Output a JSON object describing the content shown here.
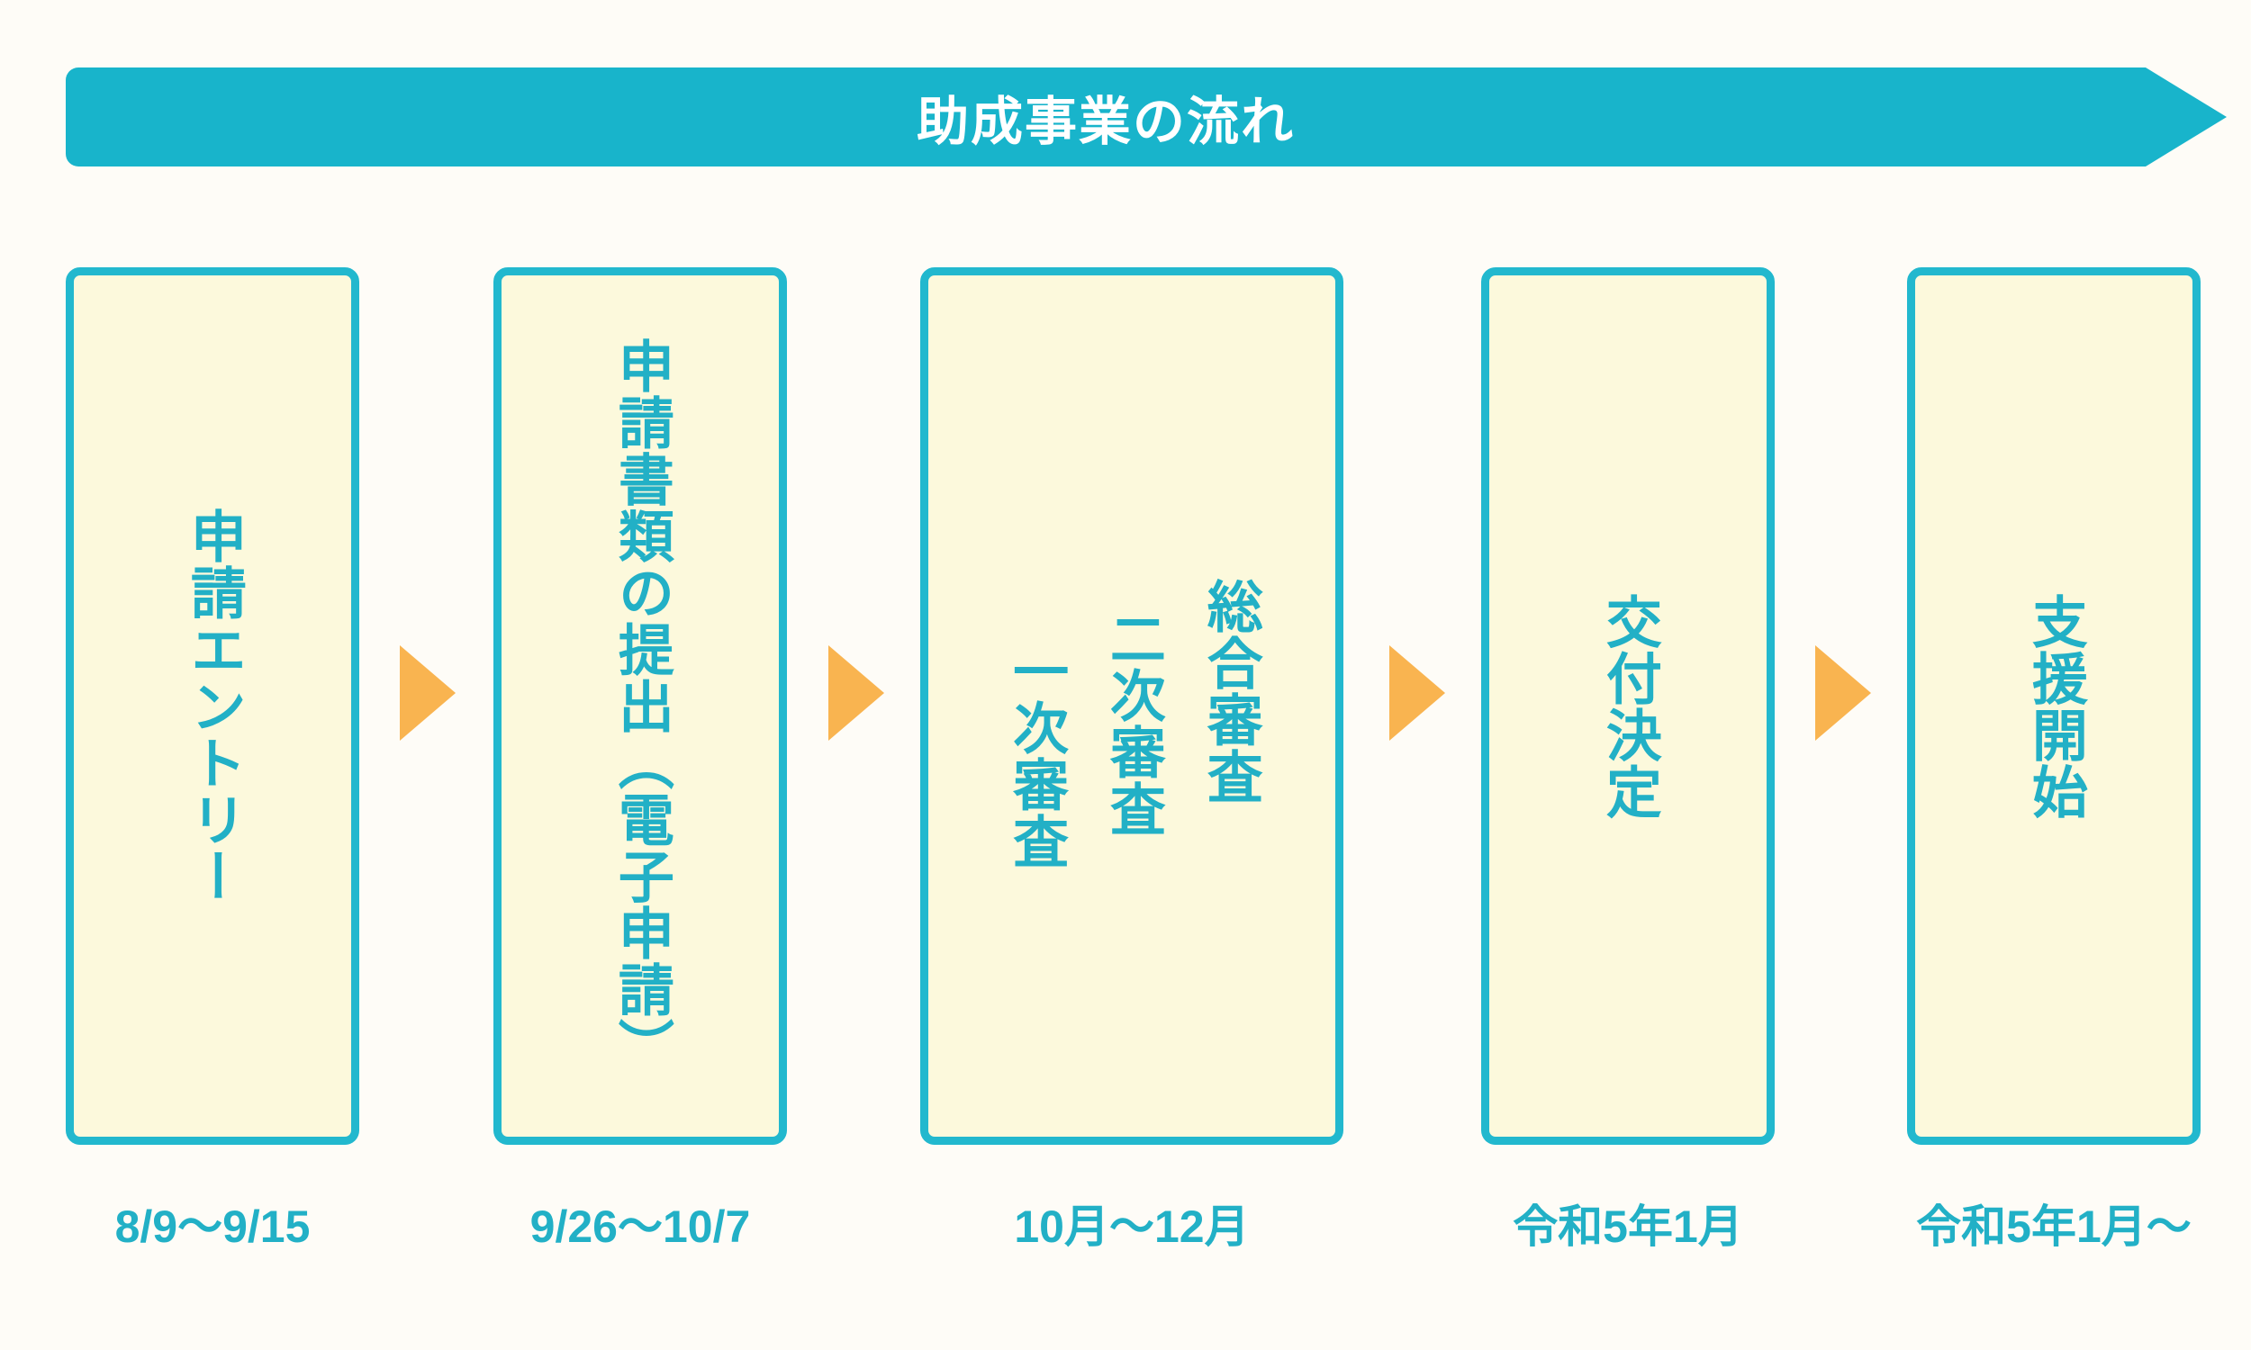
{
  "page": {
    "background_color": "#FEFCF7",
    "accent_teal": "#22B0C6",
    "box_fill": "#FCF9DC",
    "arrow_orange": "#F9B450"
  },
  "banner": {
    "title": "助成事業の流れ",
    "background_color": "#18B4CB",
    "text_color": "#FFFFFF"
  },
  "steps": [
    {
      "id": "application-entry",
      "label": "申請エントリー",
      "date": "8/9〜9/15"
    },
    {
      "id": "document-submission",
      "label": "申請書類の提出（電子申請）",
      "date": "9/26〜10/7"
    },
    {
      "id": "review",
      "label": "総合審査 二次審査 一次審査",
      "columns": [
        "総合審査",
        "二次審査",
        "一次審査"
      ],
      "date": "10月〜12月"
    },
    {
      "id": "grant-decision",
      "label": "交付決定",
      "date": "令和5年1月"
    },
    {
      "id": "support-start",
      "label": "支援開始",
      "date": "令和5年1月〜"
    }
  ],
  "connectors": [
    {
      "id": "arrow-1",
      "icon": "triangle-right-icon"
    },
    {
      "id": "arrow-2",
      "icon": "triangle-right-icon"
    },
    {
      "id": "arrow-3",
      "icon": "triangle-right-icon"
    },
    {
      "id": "arrow-4",
      "icon": "triangle-right-icon"
    }
  ]
}
